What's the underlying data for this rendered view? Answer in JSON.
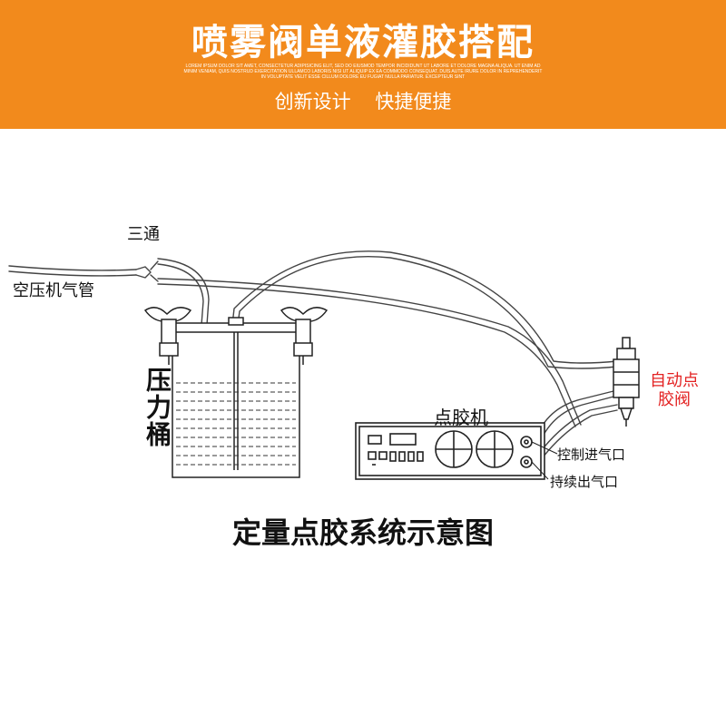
{
  "banner": {
    "title": "喷雾阀单液灌胶搭配",
    "fine_print": "LOREM IPSUM DOLOR SIT AMET, CONSECTETUR ADIPISICING ELIT, SED DO EIUSMOD TEMPOR INCIDIDUNT UT LABORE ET DOLORE MAGNA ALIQUA. UT ENIM AD MINIM VENIAM, QUIS NOSTRUD EXERCITATION ULLAMCO LABORIS NISI UT ALIQUIP EX EA COMMODO CONSEQUAT. DUIS AUTE IRURE DOLOR IN REPREHENDERIT IN VOLUPTATE VELIT ESSE CILLUM DOLORE EU FUGIAT NULLA PARIATUR. EXCEPTEUR SINT",
    "subtitle_1": "创新设计",
    "subtitle_2": "快捷便捷",
    "background_color": "#f28a1c"
  },
  "diagram": {
    "labels": {
      "tee": "三通",
      "air_hose": "空压机气管",
      "pressure_tank": "压力桶",
      "dispenser": "点胶机",
      "valve": "自动点胶阀",
      "control_inlet": "控制进气口",
      "continuous_outlet": "持续出气口"
    },
    "valve_label_color": "#e32222",
    "caption": "定量点胶系统示意图"
  }
}
